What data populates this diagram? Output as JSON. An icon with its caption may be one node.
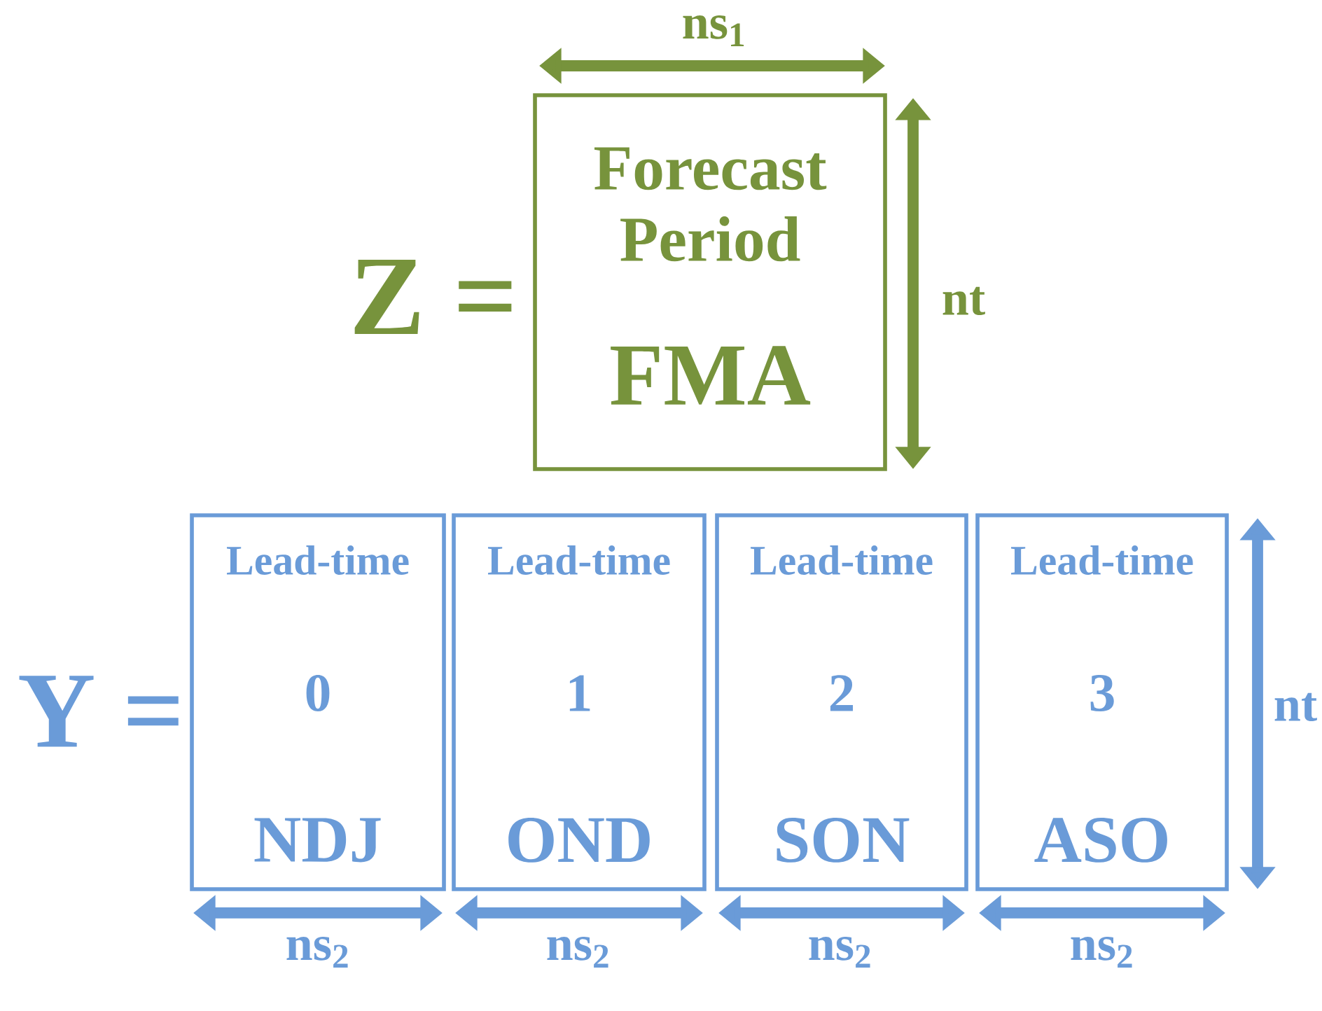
{
  "diagram": {
    "nodes": [
      {
        "text": [
          "Forecast Period",
          "FMA"
        ]
      },
      {
        "text": [
          "Lead-time",
          "0",
          "NDJ"
        ]
      },
      {
        "text": [
          "Lead-time",
          "1",
          "OND"
        ]
      },
      {
        "text": [
          "Lead-time",
          "2",
          "SON"
        ]
      },
      {
        "text": [
          "Lead-time",
          "3",
          "ASO"
        ]
      }
    ],
    "labels": [
      "ns$_{1}$",
      "Z =",
      "nt",
      "Y =",
      "nt",
      "ns$_{2}$",
      "ns$_{2}$",
      "ns$_{2}$",
      "ns$_{2}$"
    ]
  }
}
